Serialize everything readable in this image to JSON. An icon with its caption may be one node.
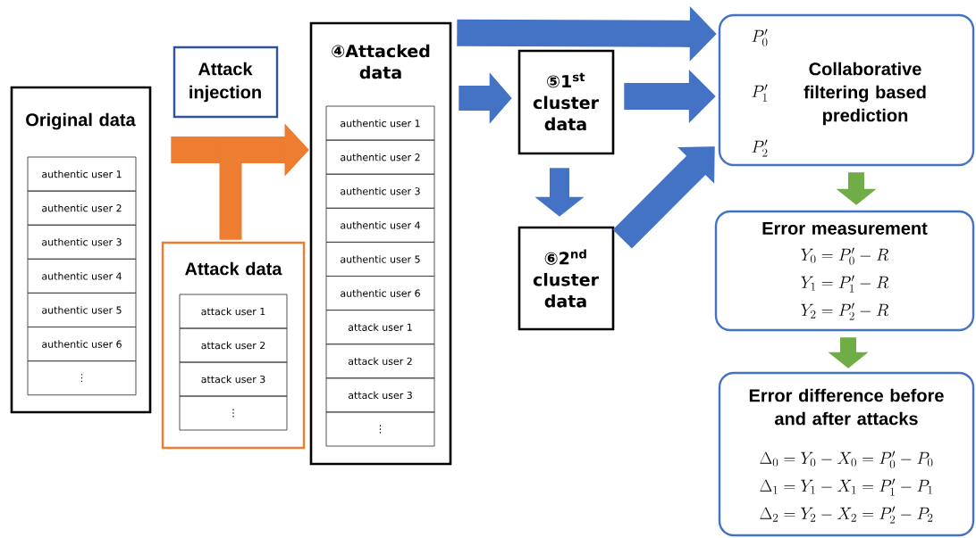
{
  "diagram": {
    "nodes": [
      {
        "text": [
          "Original data"
        ]
      },
      {
        "text": [
          "authentic user 1"
        ],
        "in": 0
      },
      {
        "text": [
          "authentic user 2"
        ],
        "in": 0
      },
      {
        "text": [
          "authentic user 3"
        ],
        "in": 0
      },
      {
        "text": [
          "authentic user 4"
        ],
        "in": 0
      },
      {
        "text": [
          "authentic user 5"
        ],
        "in": 0
      },
      {
        "text": [
          "authentic user 6"
        ],
        "in": 0
      },
      {
        "text": [
          "⋮"
        ],
        "in": 0
      },
      {
        "text": [
          "Attack injection"
        ]
      },
      {
        "text": [
          "Attack data"
        ]
      },
      {
        "text": [
          "attack user 1"
        ],
        "in": 9
      },
      {
        "text": [
          "attack user 2"
        ],
        "in": 9
      },
      {
        "text": [
          "attack user 3"
        ],
        "in": 9
      },
      {
        "text": [
          "⋮"
        ],
        "in": 9
      },
      {
        "text": [
          "④Attacked data"
        ]
      },
      {
        "text": [
          "authentic user 1"
        ],
        "in": 14
      },
      {
        "text": [
          "authentic user 2"
        ],
        "in": 14
      },
      {
        "text": [
          "authentic user 3"
        ],
        "in": 14
      },
      {
        "text": [
          "authentic user 4"
        ],
        "in": 14
      },
      {
        "text": [
          "authentic user 5"
        ],
        "in": 14
      },
      {
        "text": [
          "authentic user 6"
        ],
        "in": 14
      },
      {
        "text": [
          "attack user 1"
        ],
        "in": 14
      },
      {
        "text": [
          "attack user 2"
        ],
        "in": 14
      },
      {
        "text": [
          "attack user 3"
        ],
        "in": 14
      },
      {
        "text": [
          "⋮"
        ],
        "in": 14
      },
      {
        "text": [
          "⑤1$^{st}$ cluster data"
        ]
      },
      {
        "text": [
          "⑥2$^{nd}$ cluster data"
        ]
      },
      {
        "text": [
          "Collaborative filtering based prediction",
          "P'_0",
          "P'_1",
          "P'_2"
        ]
      },
      {
        "text": [
          "Error measurement",
          "Y_0 = P'_0 - R",
          "Y_1 = P'_1 - R",
          "Y_2 = P'_2 - R"
        ]
      },
      {
        "text": [
          "Error difference before and after attacks",
          "\\Delta_0 = Y_0 - X_0 = P'_0 - P_0",
          "\\Delta_1 = Y_1 - X_1 = P'_1 - P_1",
          "\\Delta_2 = Y_2 - X_2 = P'_2 - P_2"
        ]
      }
    ],
    "edges": [
      {
        "from": 0,
        "to": 14,
        "arrow": "to",
        "color": "#ed7d31"
      },
      {
        "from": 9,
        "to": 14,
        "arrow": "to",
        "color": "#ed7d31"
      },
      {
        "from": 14,
        "to": 27,
        "arrow": "to"
      },
      {
        "from": 14,
        "to": 25,
        "arrow": "to"
      },
      {
        "from": 25,
        "to": 27,
        "arrow": "to"
      },
      {
        "from": 25,
        "to": 26,
        "arrow": "to"
      },
      {
        "from": 26,
        "to": 27,
        "arrow": "to"
      },
      {
        "from": 27,
        "to": 28,
        "arrow": "to",
        "color": "#70ad47"
      },
      {
        "from": 28,
        "to": 29,
        "arrow": "to",
        "color": "#70ad47"
      }
    ]
  }
}
